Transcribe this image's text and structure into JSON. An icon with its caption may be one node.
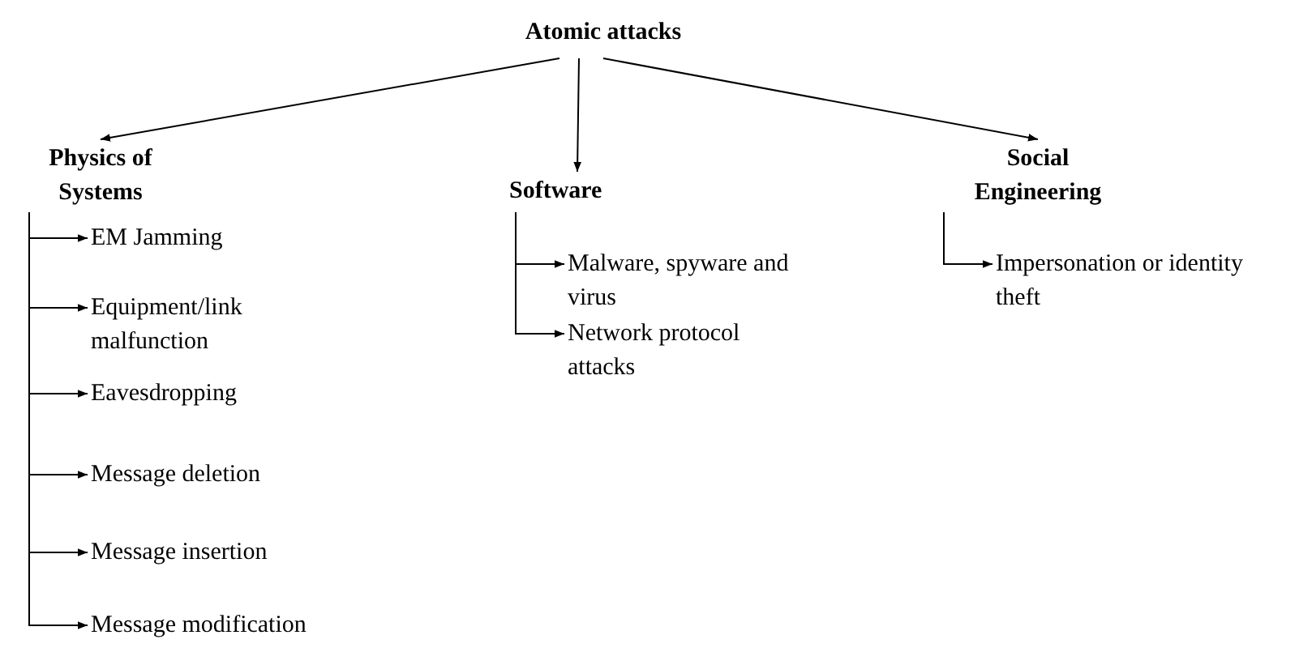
{
  "diagram": {
    "nodes": [
      {
        "text": [
          "Atomic attacks"
        ]
      },
      {
        "text": [
          "Physics of Systems"
        ]
      },
      {
        "text": [
          "Software"
        ]
      },
      {
        "text": [
          "Social Engineering"
        ]
      },
      {
        "text": [
          "EM Jamming"
        ]
      },
      {
        "text": [
          "Equipment/link malfunction"
        ]
      },
      {
        "text": [
          "Eavesdropping"
        ]
      },
      {
        "text": [
          "Message deletion"
        ]
      },
      {
        "text": [
          "Message insertion"
        ]
      },
      {
        "text": [
          "Message modification"
        ]
      },
      {
        "text": [
          "Malware, spyware and virus"
        ]
      },
      {
        "text": [
          "Network protocol attacks"
        ]
      },
      {
        "text": [
          "Impersonation or identity theft"
        ]
      }
    ],
    "edges": [
      {
        "from": 0,
        "to": 1,
        "arrow": "to"
      },
      {
        "from": 0,
        "to": 2,
        "arrow": "to"
      },
      {
        "from": 0,
        "to": 3,
        "arrow": "to"
      },
      {
        "from": 1,
        "to": 4,
        "arrow": "to"
      },
      {
        "from": 1,
        "to": 5,
        "arrow": "to"
      },
      {
        "from": 1,
        "to": 6,
        "arrow": "to"
      },
      {
        "from": 1,
        "to": 7,
        "arrow": "to"
      },
      {
        "from": 1,
        "to": 8,
        "arrow": "to"
      },
      {
        "from": 1,
        "to": 9,
        "arrow": "to"
      },
      {
        "from": 2,
        "to": 10,
        "arrow": "to"
      },
      {
        "from": 2,
        "to": 11,
        "arrow": "to"
      },
      {
        "from": 3,
        "to": 12,
        "arrow": "to"
      }
    ]
  }
}
